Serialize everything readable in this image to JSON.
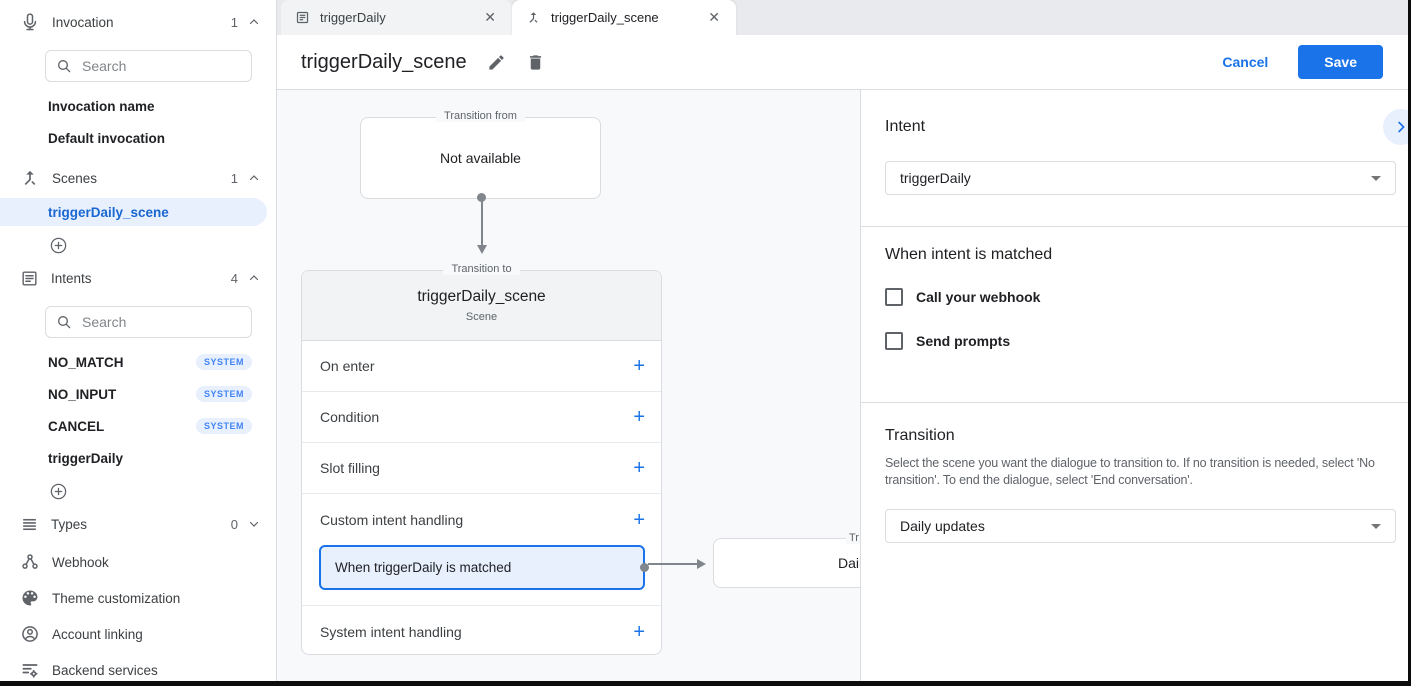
{
  "colors": {
    "accent": "#1a73e8",
    "selection_bg": "#e8f0fe",
    "badge_text": "#4285f4",
    "border": "#dadce0",
    "canvas_bg": "#f8f9fb",
    "tabstrip_bg": "#e8eaed",
    "text_primary": "#202124",
    "text_secondary": "#5f6368"
  },
  "icons": {
    "invocation": "microphone-icon",
    "scenes": "merge-arrow-icon",
    "intents": "article-icon",
    "types": "reorder-lines-icon",
    "webhook": "nodes-icon",
    "theme": "palette-icon",
    "account": "person-circle-icon",
    "backend": "list-gear-icon",
    "search": "magnifier-icon",
    "add": "plus-circle-icon",
    "edit": "pencil-icon",
    "delete": "trash-icon",
    "close_tab": "x-icon",
    "collapse_panel": "chevron-right-icon"
  },
  "sidebar": {
    "invocation": {
      "label": "Invocation",
      "count": "1",
      "state": "expanded",
      "search_placeholder": "Search",
      "items": [
        "Invocation name",
        "Default invocation"
      ]
    },
    "scenes": {
      "label": "Scenes",
      "count": "1",
      "state": "expanded",
      "selected": "triggerDaily_scene"
    },
    "intents": {
      "label": "Intents",
      "count": "4",
      "state": "expanded",
      "search_placeholder": "Search",
      "items": [
        {
          "name": "NO_MATCH",
          "badge": "SYSTEM"
        },
        {
          "name": "NO_INPUT",
          "badge": "SYSTEM"
        },
        {
          "name": "CANCEL",
          "badge": "SYSTEM"
        },
        {
          "name": "triggerDaily",
          "badge": ""
        }
      ]
    },
    "types": {
      "label": "Types",
      "count": "0",
      "state": "collapsed"
    },
    "tools": [
      "Webhook",
      "Theme customization",
      "Account linking",
      "Backend services"
    ]
  },
  "tabs": [
    {
      "label": "triggerDaily",
      "active": false
    },
    {
      "label": "triggerDaily_scene",
      "active": true
    }
  ],
  "header": {
    "title": "triggerDaily_scene",
    "cancel": "Cancel",
    "save": "Save"
  },
  "canvas": {
    "from_card": {
      "legend": "Transition from",
      "content": "Not available"
    },
    "scene_card": {
      "legend": "Transition to",
      "title": "triggerDaily_scene",
      "subtitle": "Scene",
      "add_symbol": "+",
      "rows": [
        "On enter",
        "Condition",
        "Slot filling",
        "Custom intent handling",
        "System intent handling"
      ],
      "selected_handler": "When triggerDaily is matched"
    },
    "clipped_card": {
      "legend": "Tr",
      "content": "Dail"
    }
  },
  "panel": {
    "intent_heading": "Intent",
    "intent_value": "triggerDaily",
    "matched_heading": "When intent is matched",
    "checkbox_webhook": "Call your webhook",
    "checkbox_prompts": "Send prompts",
    "transition_heading": "Transition",
    "transition_description": "Select the scene you want the dialogue to transition to. If no transition is needed, select 'No transition'. To end the dialogue, select 'End conversation'.",
    "transition_value": "Daily updates"
  }
}
